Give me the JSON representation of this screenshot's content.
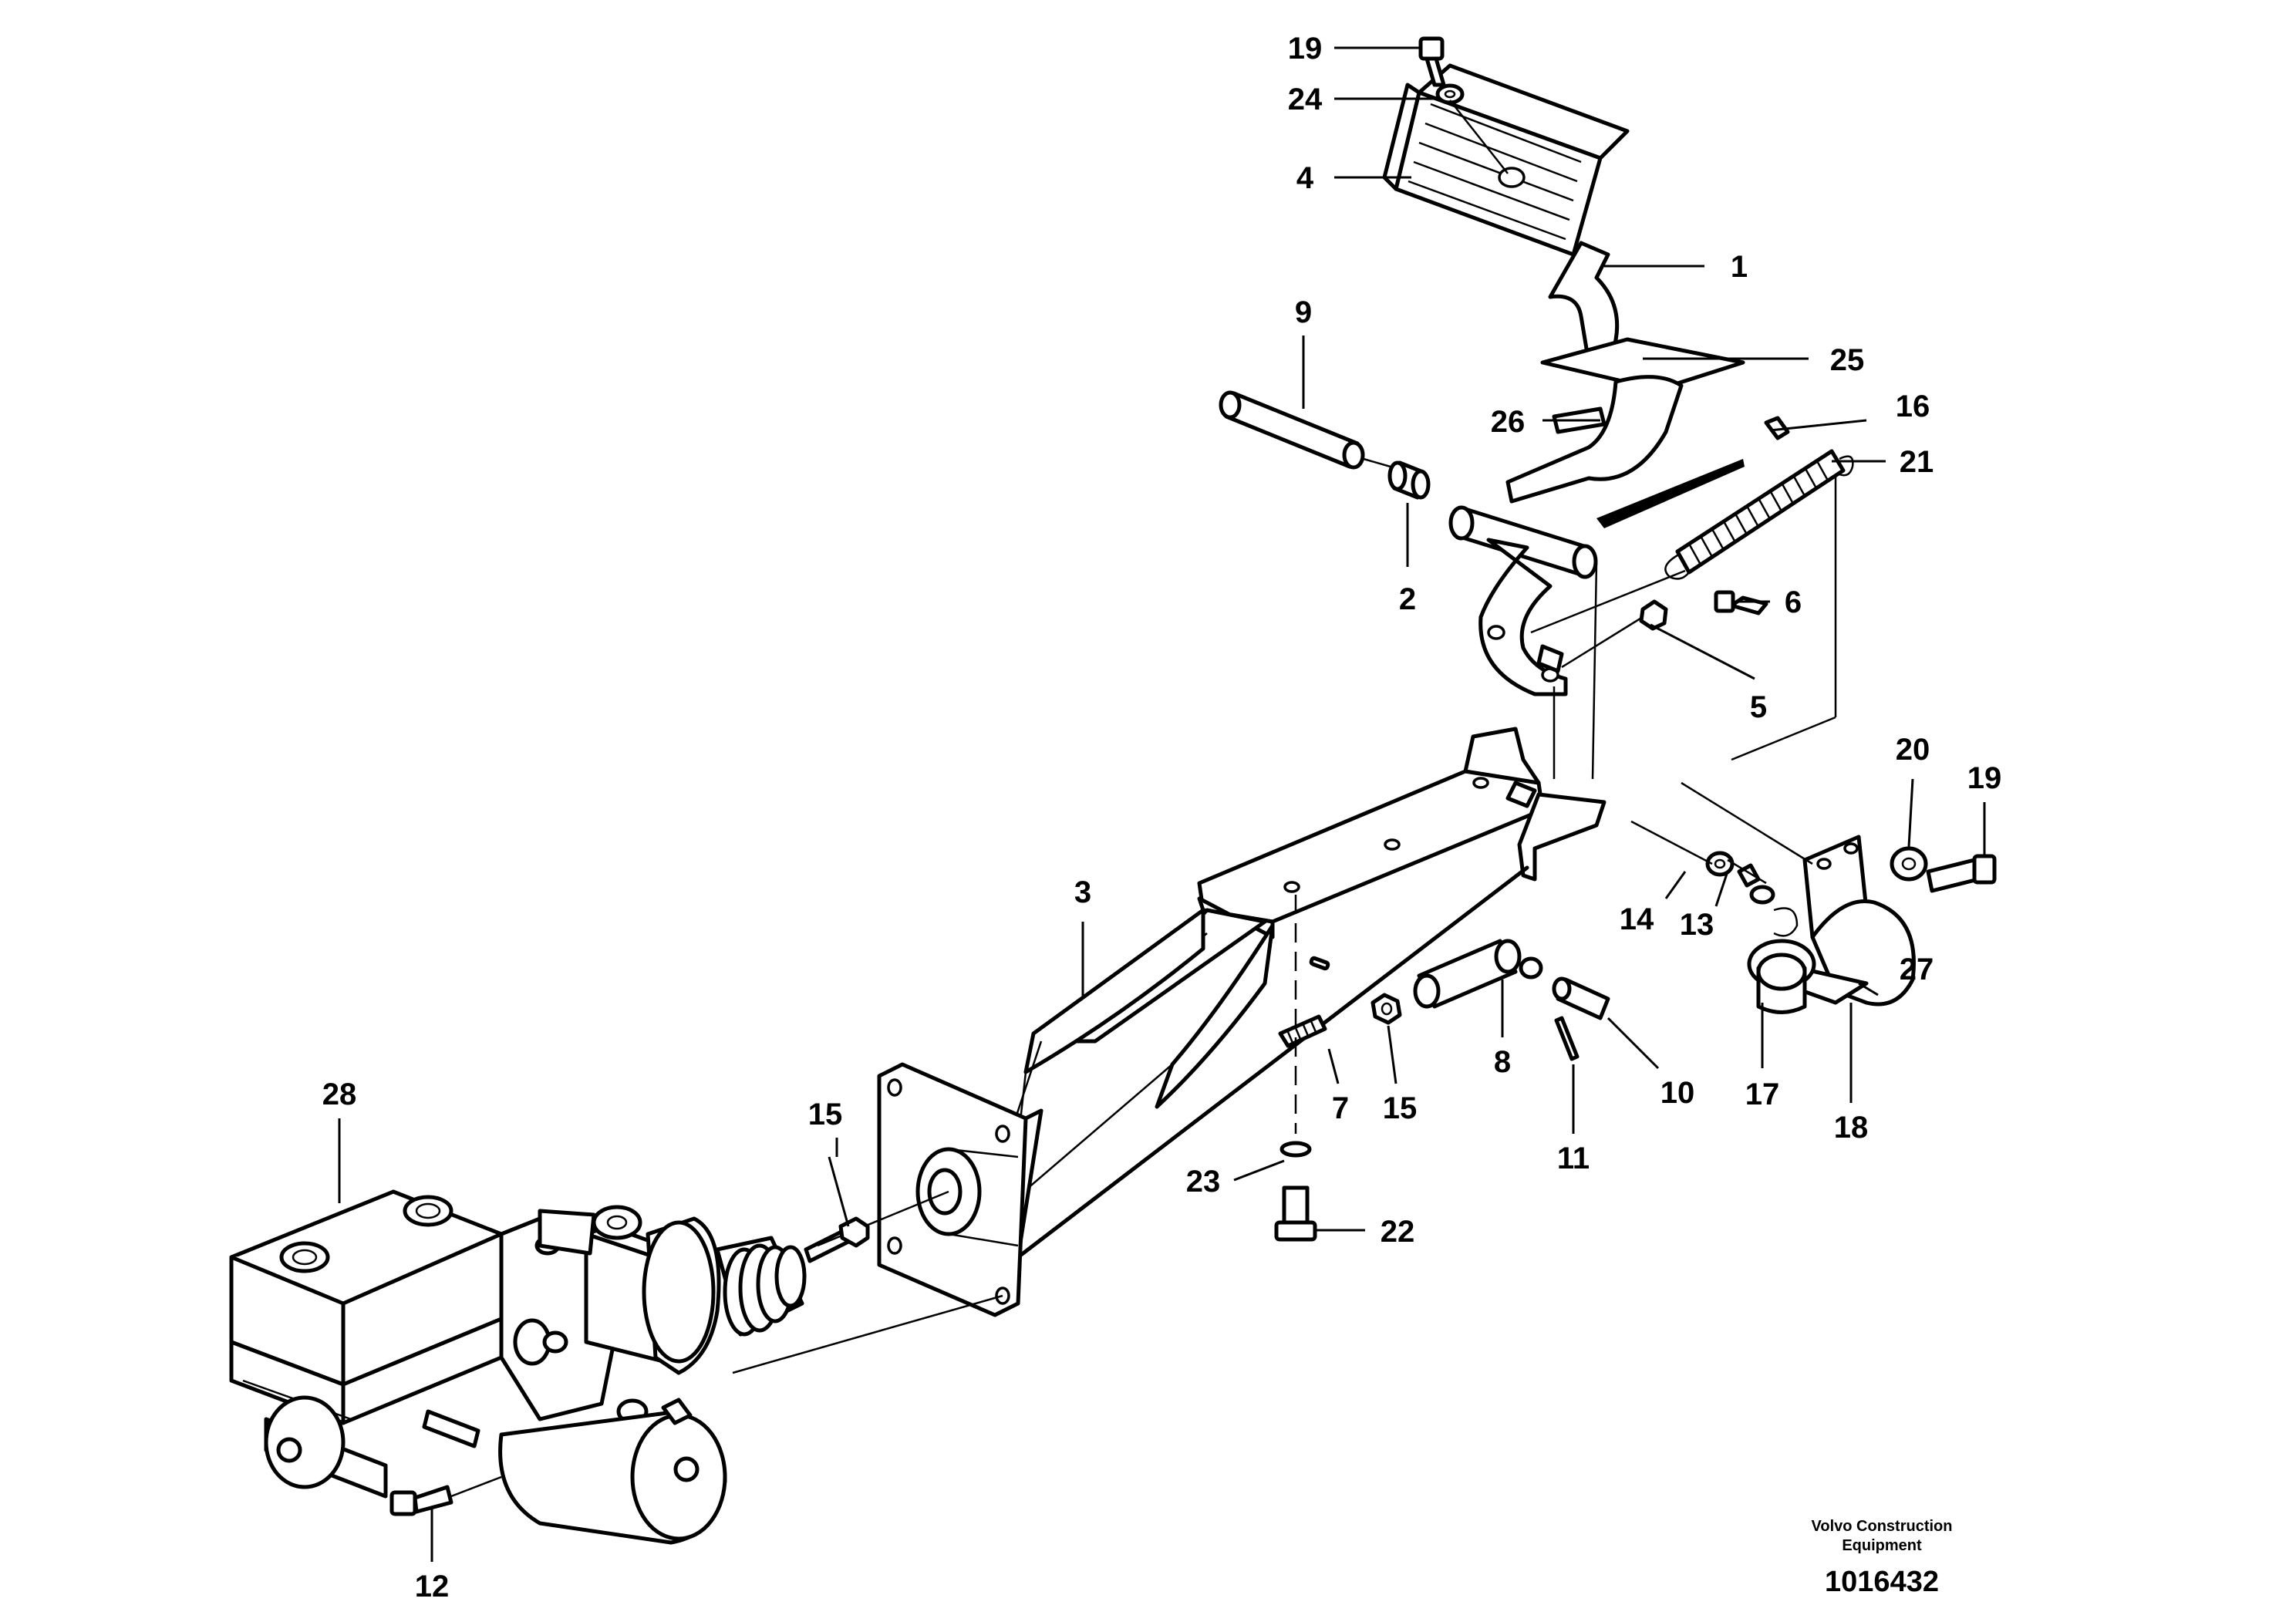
{
  "callouts": [
    {
      "id": "p1",
      "label": "1"
    },
    {
      "id": "p2",
      "label": "2"
    },
    {
      "id": "p3",
      "label": "3"
    },
    {
      "id": "p4",
      "label": "4"
    },
    {
      "id": "p5",
      "label": "5"
    },
    {
      "id": "p6",
      "label": "6"
    },
    {
      "id": "p7",
      "label": "7"
    },
    {
      "id": "p8",
      "label": "8"
    },
    {
      "id": "p9",
      "label": "9"
    },
    {
      "id": "p10",
      "label": "10"
    },
    {
      "id": "p11",
      "label": "11"
    },
    {
      "id": "p12",
      "label": "12"
    },
    {
      "id": "p13",
      "label": "13"
    },
    {
      "id": "p14",
      "label": "14"
    },
    {
      "id": "p15a",
      "label": "15"
    },
    {
      "id": "p15b",
      "label": "15"
    },
    {
      "id": "p16",
      "label": "16"
    },
    {
      "id": "p17",
      "label": "17"
    },
    {
      "id": "p18",
      "label": "18"
    },
    {
      "id": "p19a",
      "label": "19"
    },
    {
      "id": "p19b",
      "label": "19"
    },
    {
      "id": "p20",
      "label": "20"
    },
    {
      "id": "p21",
      "label": "21"
    },
    {
      "id": "p22",
      "label": "22"
    },
    {
      "id": "p23",
      "label": "23"
    },
    {
      "id": "p24",
      "label": "24"
    },
    {
      "id": "p25",
      "label": "25"
    },
    {
      "id": "p26",
      "label": "26"
    },
    {
      "id": "p27",
      "label": "27"
    },
    {
      "id": "p28",
      "label": "28"
    }
  ],
  "footer": {
    "company_line1": "Volvo Construction",
    "company_line2": "Equipment",
    "drawing_number": "1016432"
  }
}
